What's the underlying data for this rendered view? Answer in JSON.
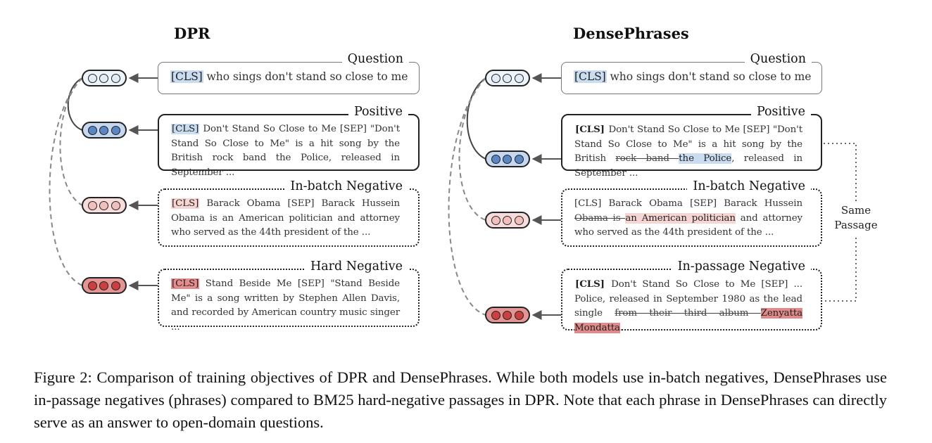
{
  "left": {
    "heading": "DPR",
    "question": {
      "title": "Question",
      "cls": "[CLS]",
      "text": " who sings don't stand so close to me"
    },
    "positive": {
      "title": "Positive",
      "cls": "[CLS]",
      "text": " Don't Stand So Close to Me [SEP] \"Don't Stand So Close to Me\" is a hit song by the British rock band the Police, released in September ..."
    },
    "inbatch": {
      "title": "In-batch Negative",
      "cls": "[CLS]",
      "text": " Barack Obama [SEP] Barack Hussein Obama is an American politician and attorney who served as the 44th president of the ..."
    },
    "hard": {
      "title": "Hard Negative",
      "cls": "[CLS]",
      "text": " Stand Beside Me [SEP] \"Stand Beside Me\" is a song written by Stephen Allen Davis, and recorded by American country music singer ..."
    }
  },
  "right": {
    "heading": "DensePhrases",
    "question": {
      "title": "Question",
      "cls": "[CLS]",
      "text": " who sings don't stand so close to me"
    },
    "positive": {
      "title": "Positive",
      "cls": "[CLS]",
      "text1": " Don't Stand So Close to Me [SEP] \"Don't Stand So Close to Me\" is a hit song by the British ",
      "strike": "rock band ",
      "highlight": "the Police",
      "text2": ", released in September ..."
    },
    "inbatch": {
      "title": "In-batch Negative",
      "text1": "[CLS] Barack Obama [SEP] Barack Hussein ",
      "strike": "Obama is ",
      "highlight": "an American politician",
      "text2": " and attorney who served as the 44th president of the ..."
    },
    "inpassage": {
      "title": "In-passage Negative",
      "cls": "[CLS]",
      "text1": " Don't Stand So Close to Me [SEP] ... Police, released in September 1980 as the lead single ",
      "strike": "from their third album ",
      "highlight": "Zenyatta Mondatta",
      "text2": "."
    },
    "same_passage": [
      "Same",
      "Passage"
    ]
  },
  "caption": "Figure 2: Comparison of training objectives of DPR and DensePhrases. While both models use in-batch negatives, DensePhrases use in-passage negatives (phrases) compared to BM25 hard-negative passages in DPR. Note that each phrase in DensePhrases can directly serve as an answer to open-domain questions.",
  "colors": {
    "question_fill": "#e2ebf6",
    "positive_fill": "#5a86c4",
    "negative_fill": "#f1c0be",
    "hard_fill": "#cc3f3f",
    "cls_highlight_blue": "#c9dcf0",
    "cls_highlight_red": "#e58c8c"
  }
}
